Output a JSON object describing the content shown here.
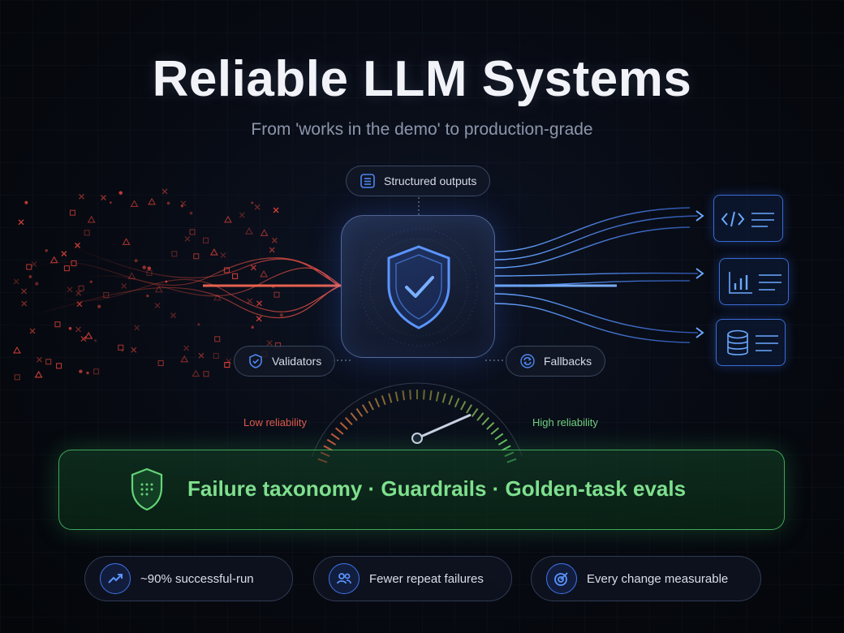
{
  "header": {
    "title": "Reliable LLM Systems",
    "subtitle": "From 'works in the demo' to production-grade"
  },
  "pills": {
    "structured": "Structured outputs",
    "validators": "Validators",
    "fallbacks": "Fallbacks"
  },
  "gauge": {
    "low_label": "Low reliability",
    "high_label": "High reliability",
    "level": 0.82
  },
  "banner": {
    "text": "Failure taxonomy · Guardrails · Golden-task evals"
  },
  "stats": [
    {
      "label": "~90% successful-run",
      "icon": "trend-up-icon"
    },
    {
      "label": "Fewer repeat failures",
      "icon": "users-icon"
    },
    {
      "label": "Every change measurable",
      "icon": "target-icon"
    }
  ],
  "outputs": [
    {
      "icon": "code-icon"
    },
    {
      "icon": "chart-icon"
    },
    {
      "icon": "database-icon"
    }
  ],
  "colors": {
    "accent_blue": "#3f74ea",
    "accent_green": "#5fd273",
    "noise_red": "#e0443a"
  }
}
